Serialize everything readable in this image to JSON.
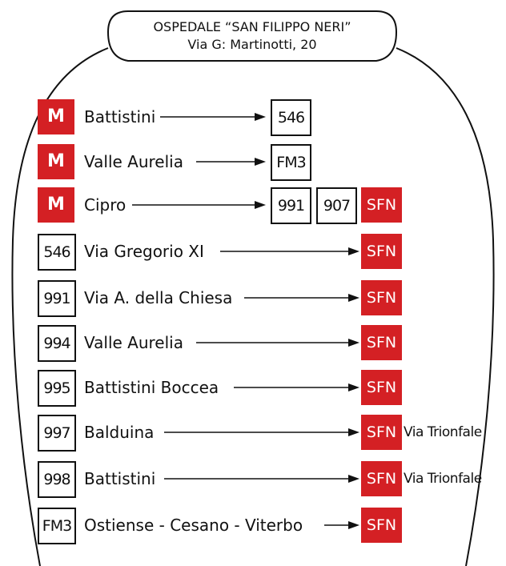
{
  "header": {
    "title": "OSPEDALE “SAN FILIPPO NERI”",
    "address": "Via G: Martinotti, 20"
  },
  "colors": {
    "metro_red": "#d42024",
    "line": "#111111"
  },
  "metro_routes": [
    {
      "badge": "M",
      "stop": "Battistini",
      "connections": [
        "546"
      ],
      "sfn": null
    },
    {
      "badge": "M",
      "stop": "Valle Aurelia",
      "connections": [
        "FM3"
      ],
      "sfn": null
    },
    {
      "badge": "M",
      "stop": "Cipro",
      "connections": [
        "991",
        "907"
      ],
      "sfn": "SFN"
    }
  ],
  "bus_routes": [
    {
      "line": "546",
      "stop": "Via Gregorio XI",
      "sfn": "SFN",
      "note": ""
    },
    {
      "line": "991",
      "stop": "Via A. della Chiesa",
      "sfn": "SFN",
      "note": ""
    },
    {
      "line": "994",
      "stop": "Valle Aurelia",
      "sfn": "SFN",
      "note": ""
    },
    {
      "line": "995",
      "stop": "Battistini Boccea",
      "sfn": "SFN",
      "note": ""
    },
    {
      "line": "997",
      "stop": "Balduina",
      "sfn": "SFN",
      "note": "Via Trionfale"
    },
    {
      "line": "998",
      "stop": "Battistini",
      "sfn": "SFN",
      "note": "Via Trionfale"
    },
    {
      "line": "FM3",
      "stop": "Ostiense - Cesano - Viterbo",
      "sfn": "SFN",
      "note": ""
    }
  ]
}
